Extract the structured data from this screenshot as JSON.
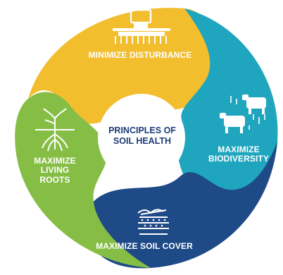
{
  "center": {
    "title": "PRINCIPLES OF\nSOIL HEALTH"
  },
  "segments": [
    {
      "key": "top",
      "label": "MINIMIZE DISTURBANCE",
      "color": "#F2BE2E",
      "icon": "tractor-icon"
    },
    {
      "key": "right",
      "label": "MAXIMIZE\nBIODIVERSITY",
      "color": "#1FA6BE",
      "icon": "livestock-icon"
    },
    {
      "key": "bottom",
      "label": "MAXIMIZE SOIL COVER",
      "color": "#1E4A88",
      "icon": "soil-cover-icon"
    },
    {
      "key": "left",
      "label": "MAXIMIZE\nLIVING\nROOTS",
      "color": "#86BD45",
      "icon": "plant-roots-icon"
    }
  ]
}
